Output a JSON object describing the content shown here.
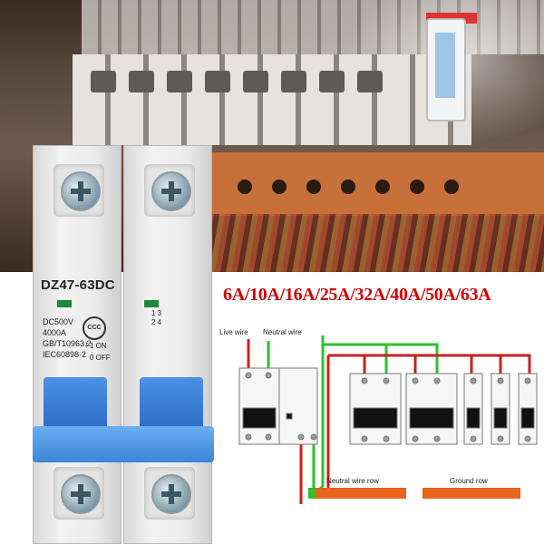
{
  "product": {
    "model": "DZ47-63DC",
    "specs": [
      "DC500V",
      "4000A",
      "GB/T10963.2",
      "IEC60898-2"
    ],
    "cert_mark": "CCC",
    "switch_on": "1 ON",
    "switch_off": "0 OFF",
    "pole_symbols": "1 3\n2 4",
    "handle_color": "#2f6fc8",
    "indicator_color": "#1b8a3a"
  },
  "headline": {
    "amperage_options": "6A/10A/16A/25A/32A/40A/50A/63A",
    "color": "#d40000"
  },
  "diagram": {
    "live_wire_label": "Live wire",
    "neutral_wire_label": "Neutral wire",
    "neutral_row_label": "Neutral wire row",
    "ground_row_label": "Ground row",
    "live_color": "#cc1f1f",
    "neutral_color": "#2fbf2f",
    "busbar_color": "#e8641c"
  }
}
